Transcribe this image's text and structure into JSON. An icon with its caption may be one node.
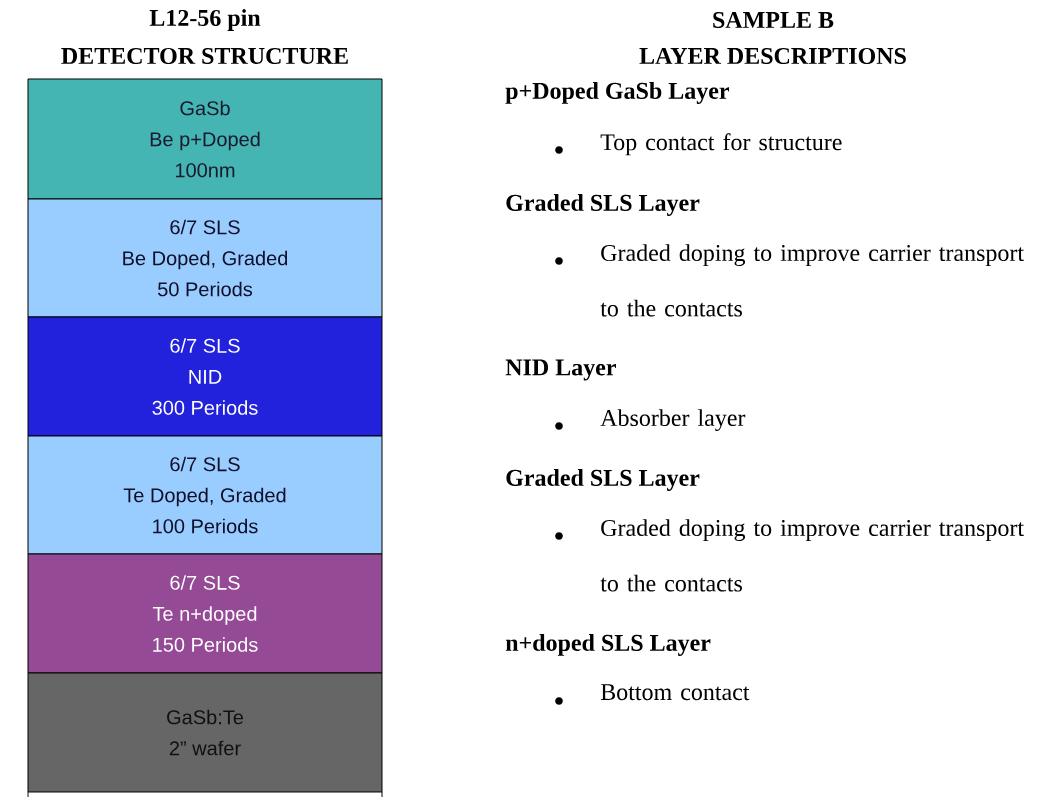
{
  "diagram": {
    "nodes": [
      {
        "text": [
          "GaSb",
          "Be p+Doped",
          "100nm"
        ]
      },
      {
        "text": [
          "6/7 SLS",
          "Be Doped, Graded",
          "50 Periods"
        ]
      },
      {
        "text": [
          "6/7 SLS",
          "NID",
          "300 Periods"
        ]
      },
      {
        "text": [
          "6/7 SLS",
          "Te Doped, Graded",
          "100 Periods"
        ]
      },
      {
        "text": [
          "6/7 SLS",
          "Te n+doped",
          "150 Periods"
        ]
      },
      {
        "text": [
          "GaSb:Te",
          "2” wafer"
        ]
      }
    ],
    "labels": [
      "L12-56 pin",
      "DETECTOR STRUCTURE",
      "SAMPLE B",
      "LAYER DESCRIPTIONS",
      "p+Doped GaSb Layer",
      "Top contact for structure",
      "Graded SLS Layer",
      "Graded doping to improve carrier transport to the contacts",
      "NID Layer",
      "Absorber layer",
      "Graded SLS Layer",
      "Graded doping to improve carrier transport to the contacts",
      "n+doped SLS Layer",
      "Bottom contact"
    ]
  }
}
